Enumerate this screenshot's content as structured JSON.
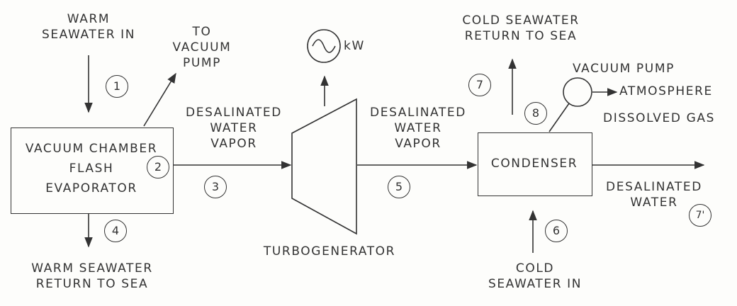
{
  "inputs": {
    "warm_seawater_in": "WARM\nSEAWATER IN",
    "cold_seawater_in": "COLD\nSEAWATER IN"
  },
  "outputs": {
    "to_vacuum_pump": "TO\nVACUUM\nPUMP",
    "warm_return": "WARM SEAWATER\nRETURN TO SEA",
    "cold_return": "COLD SEAWATER\nRETURN TO SEA",
    "atmosphere": "ATMOSPHERE",
    "dissolved_gas": "DISSOLVED GAS",
    "desalinated_water": "DESALINATED\nWATER"
  },
  "components": {
    "evaporator": "VACUUM CHAMBER\nFLASH\nEVAPORATOR",
    "condenser": "CONDENSER",
    "turbogenerator": "TURBOGENERATOR",
    "vacuum_pump": "VACUUM PUMP",
    "generator_unit": "kW"
  },
  "streams": {
    "vapor_1": "DESALINATED\nWATER\nVAPOR",
    "vapor_2": "DESALINATED\nWATER\nVAPOR"
  },
  "state_points": {
    "p1": "1",
    "p2": "2",
    "p3": "3",
    "p4": "4",
    "p5": "5",
    "p6": "6",
    "p7": "7",
    "p8": "8",
    "p7_prime": "7'"
  }
}
